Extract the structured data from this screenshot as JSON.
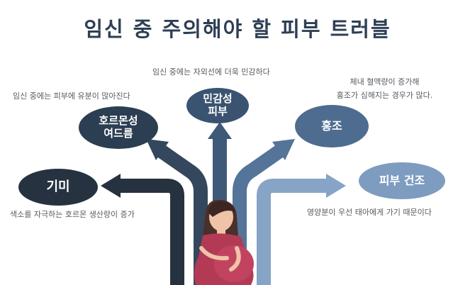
{
  "title": "임신 중 주의해야 할 피부 트러블",
  "items": {
    "melasma": {
      "label": "기미",
      "note": "색소를 자극하는 호르몬 생산량이 증가",
      "color": "#26323f"
    },
    "acne": {
      "label_line1": "호르몬성",
      "label_line2": "여드름",
      "note": "임신 중에는 피부에 유분이 많아진다",
      "color": "#2c3e52"
    },
    "sensitive": {
      "label_line1": "민감성",
      "label_line2": "피부",
      "note": "임신 중에는 자외선에 더욱 민감하다",
      "color": "#3a5371"
    },
    "redness": {
      "label": "홍조",
      "note_line1": "체내 혈액량이 증가해",
      "note_line2": "홍조가 심해지는 경우가 많다.",
      "color": "#4e6c8f"
    },
    "dryness": {
      "label": "피부 건조",
      "note": "영양분이 우선 태아에게 가기 때문이다",
      "color": "#7d9cc0"
    }
  },
  "icons": {
    "figure": "pregnant-woman-illustration"
  }
}
